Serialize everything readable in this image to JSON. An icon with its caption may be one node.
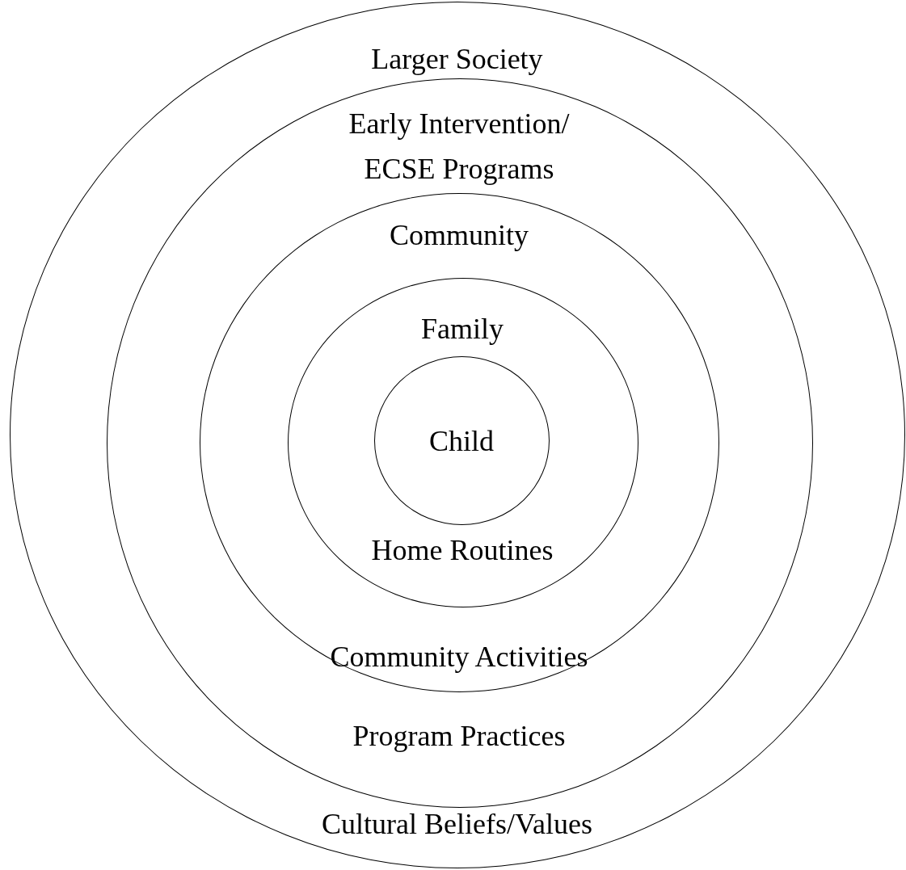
{
  "diagram": {
    "nodes": [
      {
        "text": [
          "Larger Society",
          "Cultural Beliefs/Values"
        ]
      },
      {
        "text": [
          "Early Intervention/ ECSE Programs",
          "Program Practices"
        ],
        "in": 0
      },
      {
        "text": [
          "Community",
          "Community Activities"
        ],
        "in": 1
      },
      {
        "text": [
          "Family",
          "Home Routines"
        ],
        "in": 2
      },
      {
        "text": [
          "Child"
        ],
        "in": 3
      }
    ]
  }
}
